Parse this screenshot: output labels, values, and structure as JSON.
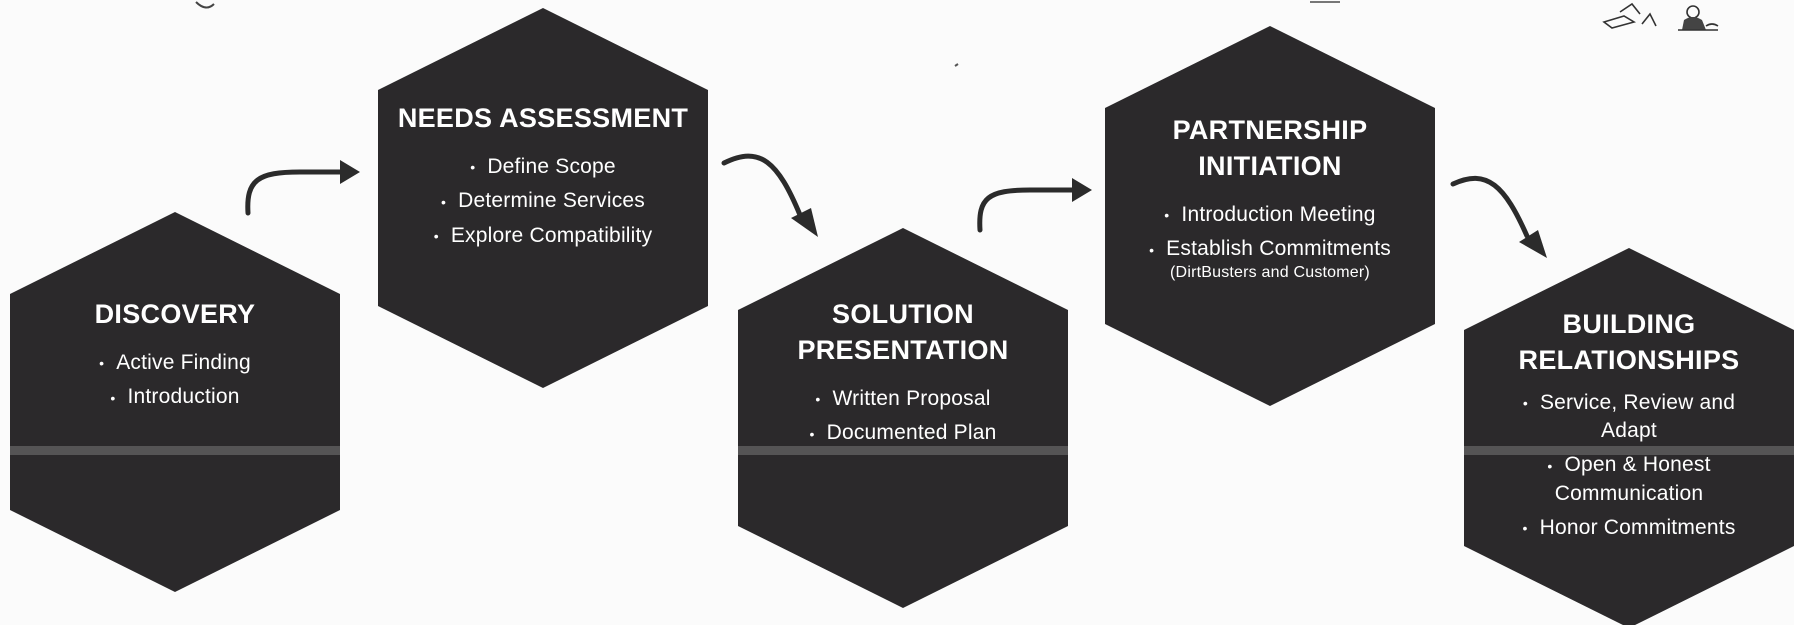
{
  "colors": {
    "hexagon_fill": "#2b292b",
    "text": "#ffffff",
    "arrow": "#2b2b2b",
    "background": "#fbfbfb"
  },
  "stages": [
    {
      "id": "discovery",
      "title": "DISCOVERY",
      "bullets": [
        {
          "text": "Active Finding"
        },
        {
          "text": "Introduction"
        }
      ]
    },
    {
      "id": "needs",
      "title": "NEEDS ASSESSMENT",
      "bullets": [
        {
          "text": "Define Scope"
        },
        {
          "text": "Determine Services"
        },
        {
          "text": "Explore Compatibility"
        }
      ]
    },
    {
      "id": "solution",
      "title": "SOLUTION\nPRESENTATION",
      "bullets": [
        {
          "text": "Written Proposal"
        },
        {
          "text": "Documented Plan"
        }
      ]
    },
    {
      "id": "partnership",
      "title": "PARTNERSHIP\nINITIATION",
      "bullets": [
        {
          "text": "Introduction Meeting"
        },
        {
          "text": "Establish Commitments",
          "note": "(DirtBusters and Customer)"
        }
      ]
    },
    {
      "id": "building",
      "title": "BUILDING\nRELATIONSHIPS",
      "bullets": [
        {
          "text": "Service, Review and Adapt"
        },
        {
          "text": "Open & Honest Communication"
        },
        {
          "text": "Honor Commitments"
        }
      ]
    }
  ],
  "bullet_glyph": "•",
  "icons": {
    "connector": "curved-arrow-icon",
    "corner": "cleaning-illustration-icon"
  }
}
